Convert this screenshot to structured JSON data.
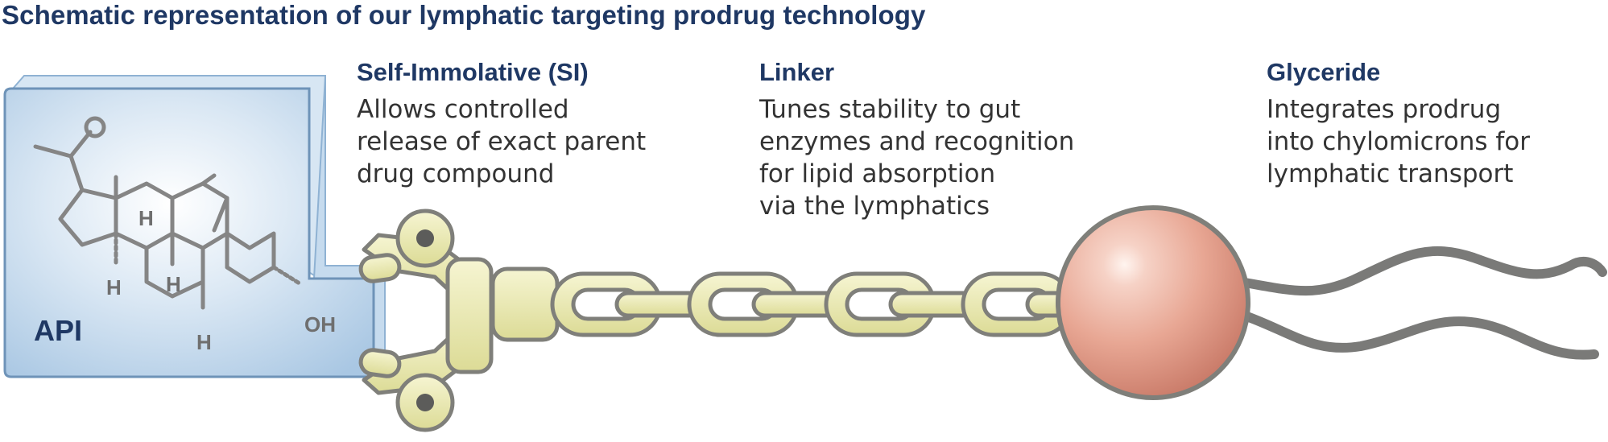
{
  "title": "Schematic representation of our lymphatic targeting prodrug technology",
  "api": {
    "label": "API",
    "atom_labels": [
      "H",
      "H",
      "H",
      "H",
      "OH"
    ]
  },
  "components": [
    {
      "name": "Self-Immolative (SI)",
      "lines": [
        "Allows controlled",
        "release of exact parent",
        "drug compound"
      ]
    },
    {
      "name": "Linker",
      "lines": [
        "Tunes stability to gut",
        "enzymes and recognition",
        "for lipid absorption",
        "via the lymphatics"
      ]
    },
    {
      "name": "Glyceride",
      "lines": [
        "Integrates prodrug",
        "into chylomicrons for",
        "lymphatic transport"
      ]
    }
  ],
  "colors": {
    "title": "#1f3864",
    "api_box": "#bcd4ea",
    "linker": "#ecebb0",
    "glyceride": "#e3a293",
    "tail": "#7a7a78"
  }
}
